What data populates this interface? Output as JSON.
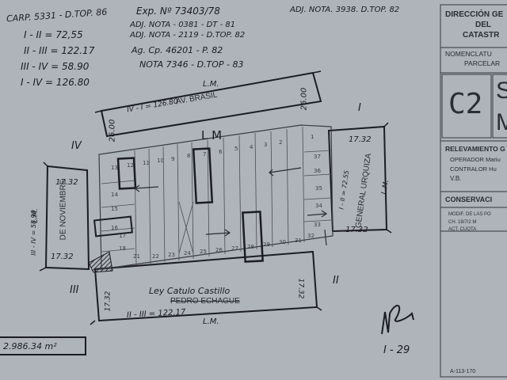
{
  "colors": {
    "paper": "#aeb4ba",
    "ink": "#1b1d22",
    "print": "#2a2d33",
    "hatch": "#2a2d33"
  },
  "header": {
    "carp": "CARP. 5331 - D.TOP. 86",
    "exp": "Exp. Nº 73403/78",
    "adj1": "ADJ. NOTA - 0381 - DT - 81",
    "adj2": "ADJ. NOTA - 2119 - D.TOP. 82",
    "adj3": "ADJ. NOTA. 3938. D.TOP. 82",
    "ag": "Ag. Cp. 46201 - P. 82",
    "nota": "NOTA 7346 - D.TOP - 83"
  },
  "measures": {
    "m1": "I - II = 72,55",
    "m2": "II - III = 122.17",
    "m3": "III - IV = 58.90",
    "m4": "I - IV = 126.80"
  },
  "title_block": {
    "direccion": "DIRECCIÓN GE",
    "del": "DEL",
    "catastro": "CATASTR",
    "nomenclatura": "NOMENCLATU",
    "parcelaria": "PARCELAR",
    "code": "C2",
    "code_s": "S",
    "code_m": "M",
    "relevamiento": "RELEVAMIENTO G",
    "operador": "OPERADOR  Mariu",
    "contralor": "CONTRALOR  Hu",
    "vb": "V.B.",
    "conservacion": "CONSERVACI",
    "note1": "MODIF. DE LAS PO",
    "note2": "CH. 18/7/2 M",
    "note3": "ACT. CUOTA",
    "footer_code": "A-113-170"
  },
  "map": {
    "avenida": "AV. BRASIL",
    "av_measure": "IV - I = 126.80",
    "noviembre": "DE NOVIEMBRE",
    "noviembre_measure": "III - IV = 58.90",
    "urquiza": "GENERAL URQUIZA",
    "urquiza_measure": "I - II = 72.55",
    "echague": "PEDRO ECHAGUE",
    "castillo": "Ley Catulo Castillo",
    "bottom_measure": "II - III = 122.17",
    "lm": "L.M.",
    "lm_big": "L M",
    "corner_I": "I",
    "corner_II": "II",
    "corner_III": "III",
    "corner_IV": "IV",
    "d2600a": "26.00",
    "d2600b": "26.00",
    "d1732a": "17.32",
    "d1732b": "17.32",
    "d1732c": "17.32",
    "d1732d": "17.32",
    "d1732e": "17.32",
    "d1732f": "17.32",
    "lots": [
      "1",
      "2",
      "3",
      "4",
      "5",
      "6",
      "7",
      "8",
      "9",
      "10",
      "11",
      "12",
      "13",
      "14",
      "15",
      "16",
      "17",
      "18",
      "21",
      "22",
      "23",
      "24",
      "25",
      "26",
      "27",
      "28",
      "29",
      "30",
      "31",
      "32",
      "33",
      "34",
      "35",
      "36",
      "37"
    ]
  },
  "area": "2.986.34 m²",
  "signature": "I - 29"
}
